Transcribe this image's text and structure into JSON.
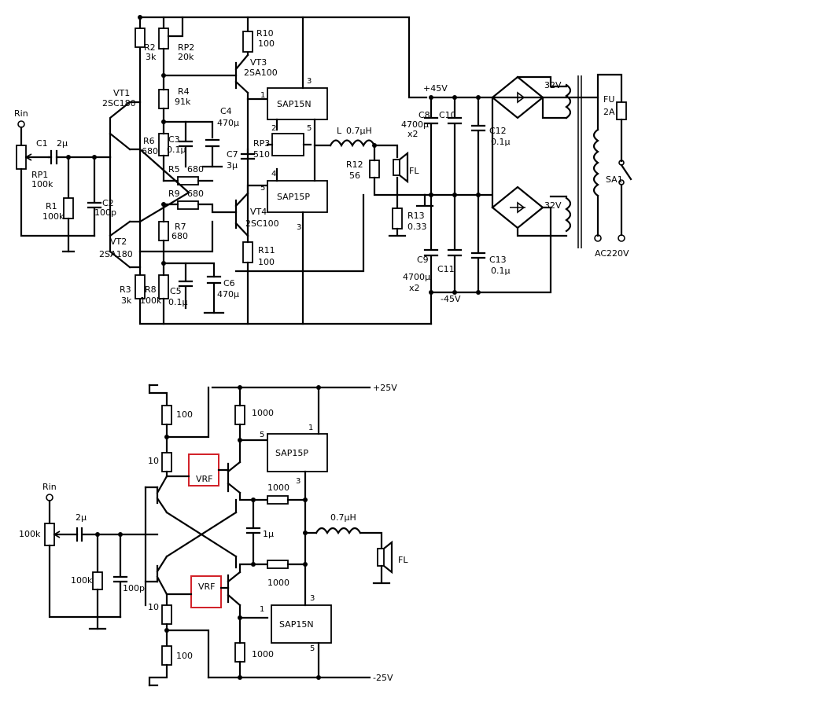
{
  "top": {
    "input_label": "Rin",
    "rp1": "RP1",
    "rp1_val": "100k",
    "c1": "C1",
    "c1_val": "2μ",
    "r1": "R1",
    "r1_val": "100k",
    "c2": "C2",
    "c2_val": "100p",
    "vt1": "VT1",
    "vt1_type": "2SC180",
    "vt2": "VT2",
    "vt2_type": "2SA180",
    "r2": "R2",
    "r2_val": "3k",
    "rp2": "RP2",
    "rp2_val": "20k",
    "r4": "R4",
    "r4_val": "91k",
    "r6": "R6",
    "r6_val": "680",
    "c3": "C3",
    "c3_val": "0.1μ",
    "c4": "C4",
    "c4_val": "470μ",
    "r5": "R5",
    "r5_val": "680",
    "r9": "R9",
    "r9_val": "680",
    "r7": "R7",
    "r7_val": "680",
    "r3": "R3",
    "r3_val": "3k",
    "r8": "R8",
    "r8_val": "100k",
    "c5": "C5",
    "c5_val": "0.1μ",
    "c6": "C6",
    "c6_val": "470μ",
    "r10": "R10",
    "r10_val": "100",
    "vt3": "VT3",
    "vt3_type": "2SA100",
    "vt4": "VT4",
    "vt4_type": "2SC100",
    "c7": "C7",
    "c7_val": "3μ",
    "rp3": "RP3",
    "rp3_val": "510",
    "r11": "R11",
    "r11_val": "100",
    "ic_n": "SAP15N",
    "ic_p": "SAP15P",
    "pin1": "1",
    "pin2": "2",
    "pin3": "3",
    "pin4": "4",
    "pin5": "5",
    "l_label": "L",
    "l_val": "0.7μH",
    "r12": "R12",
    "r12_val": "56",
    "r13": "R13",
    "r13_val": "0.33",
    "fl": "FL",
    "vplus": "+45V",
    "vminus": "-45V",
    "c8": "C8",
    "c8_val": "4700μ",
    "c8_mul": "x2",
    "c9": "C9",
    "c9_val": "4700μ",
    "c9_mul": "x2",
    "c10": "C10",
    "c11": "C11",
    "c12": "C12",
    "c12_val": "0.1μ",
    "c13": "C13",
    "c13_val": "0.1μ",
    "winding1": "32V",
    "winding2": "32V",
    "fu": "FU",
    "fu_val": "2A",
    "sa1": "SA1",
    "mains": "AC220V"
  },
  "bottom": {
    "input_label": "Rin",
    "pot_val": "100k",
    "c_in_val": "2μ",
    "r_in_val": "100k",
    "c_shunt_val": "100p",
    "r_top_val": "100",
    "r_top2_val": "10",
    "r_bot2_val": "10",
    "r_bot_val": "100",
    "vrf_top": "VRF",
    "vrf_bot": "VRF",
    "r_coll_top_val": "1000",
    "r_coll_bot_val": "1000",
    "r_fb_top_val": "1000",
    "r_fb_bot_val": "1000",
    "c_mid_val": "1μ",
    "ic_p": "SAP15P",
    "ic_n": "SAP15N",
    "pin_p1": "1",
    "pin_p5": "5",
    "pin_p3": "3",
    "pin_n3": "3",
    "pin_n1": "1",
    "pin_n5": "5",
    "l_val": "0.7μH",
    "fl": "FL",
    "vplus": "+25V",
    "vminus": "-25V"
  }
}
